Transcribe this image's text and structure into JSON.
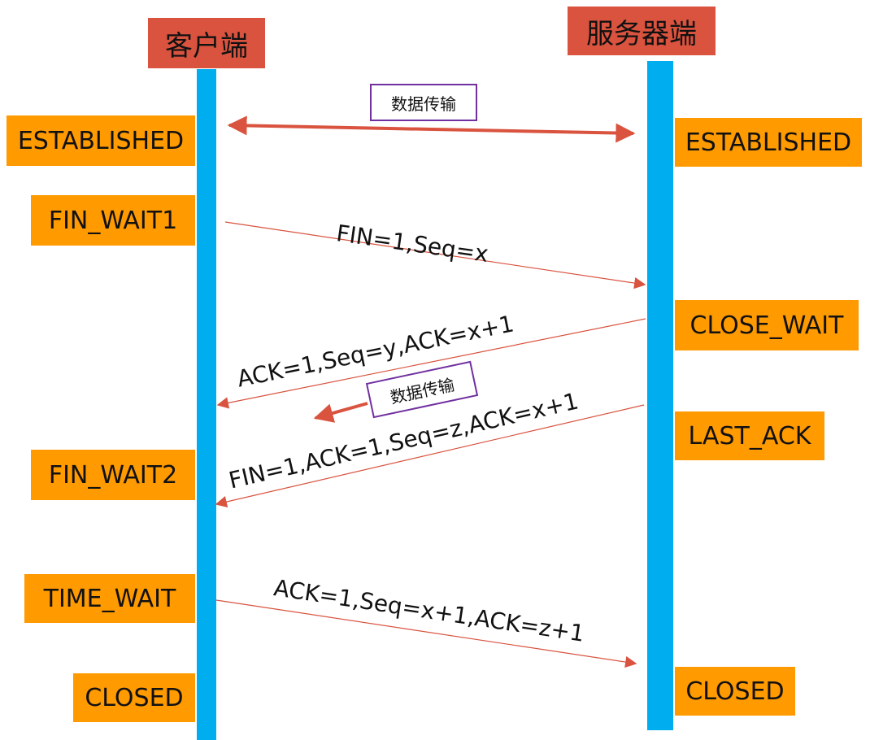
{
  "headers": {
    "client": "客户端",
    "server": "服务器端"
  },
  "client_states": [
    "ESTABLISHED",
    "FIN_WAIT1",
    "FIN_WAIT2",
    "TIME_WAIT",
    "CLOSED"
  ],
  "server_states": [
    "ESTABLISHED",
    "CLOSE_WAIT",
    "LAST_ACK",
    "CLOSED"
  ],
  "data_transfer_label": "数据传输",
  "messages": {
    "fin1": "FIN=1,Seq=x",
    "ack1": "ACK=1,Seq=y,ACK=x+1",
    "fin2": "FIN=1,ACK=1,Seq=z,ACK=x+1",
    "ack2": "ACK=1,Seq=x+1,ACK=z+1"
  },
  "colors": {
    "header_bg": "#d9533f",
    "lifeline": "#00adef",
    "state_bg": "#ff9a00",
    "arrow": "#d9533f",
    "databox_border": "#7030a0"
  }
}
